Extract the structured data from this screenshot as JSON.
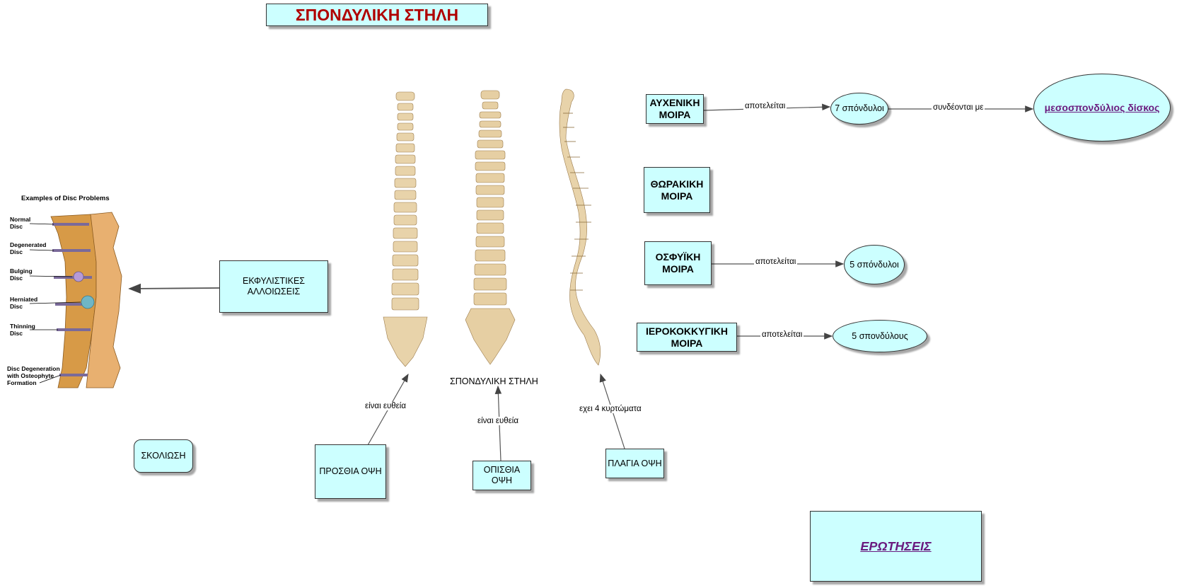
{
  "title": "ΣΠΟΝΔΥΛΙΚΗ ΣΤΗΛΗ",
  "spine_caption": "ΣΠΟΝΔΥΛΙΚΗ ΣΤΗΛΗ",
  "nodes": {
    "cervical": "ΑΥΧΕΝΙΚΗ ΜΟΙΡΑ",
    "thoracic": "ΘΩΡΑΚΙΚΗ ΜΟΙΡΑ",
    "lumbar": "ΟΣΦΥΪΚΗ ΜΟΙΡΑ",
    "sacral": "ΙΕΡΟΚΟΚΚΥΓΙΚΗ ΜΟΙΡΑ",
    "cervical_count": "7 σπόνδυλοι",
    "disc": "μεσοσπονδύλιος δίσκος",
    "lumbar_count": "5 σπόνδυλοι",
    "sacral_count": "5 σπονδύλους",
    "degenerative": "ΕΚΦΥΛΙΣΤΙΚΕΣ ΑΛΛΟΙΩΣΕΙΣ",
    "scoliosis": "ΣΚΟΛΙΩΣΗ",
    "anterior": "ΠΡΟΣΘΙΑ  ΟΨΗ",
    "posterior": "ΟΠΙΣΘΙΑ ΟΨΗ",
    "lateral": "ΠΛΑΓΙΑ ΟΨΗ",
    "questions": "ΕΡΩΤΗΣΕΙΣ"
  },
  "links": {
    "consists_1": "αποτελείται",
    "connected": "συνδέονται με",
    "consists_2": "αποτελείται",
    "consists_3": "αποτελείται",
    "straight_1": "είναι ευθεία",
    "straight_2": "είναι ευθεία",
    "curves": "εχει 4 κυρτώματα"
  },
  "disc_image": {
    "title": "Examples of Disc Problems",
    "labels": [
      "Normal Disc",
      "Degenerated Disc",
      "Bulging Disc",
      "Herniated Disc",
      "Thinning Disc",
      "Disc Degeneration with Osteophyte Formation"
    ]
  },
  "colors": {
    "node_fill": "#ccffff",
    "title_color": "#b00000",
    "link_color": "#6a1b7f"
  }
}
